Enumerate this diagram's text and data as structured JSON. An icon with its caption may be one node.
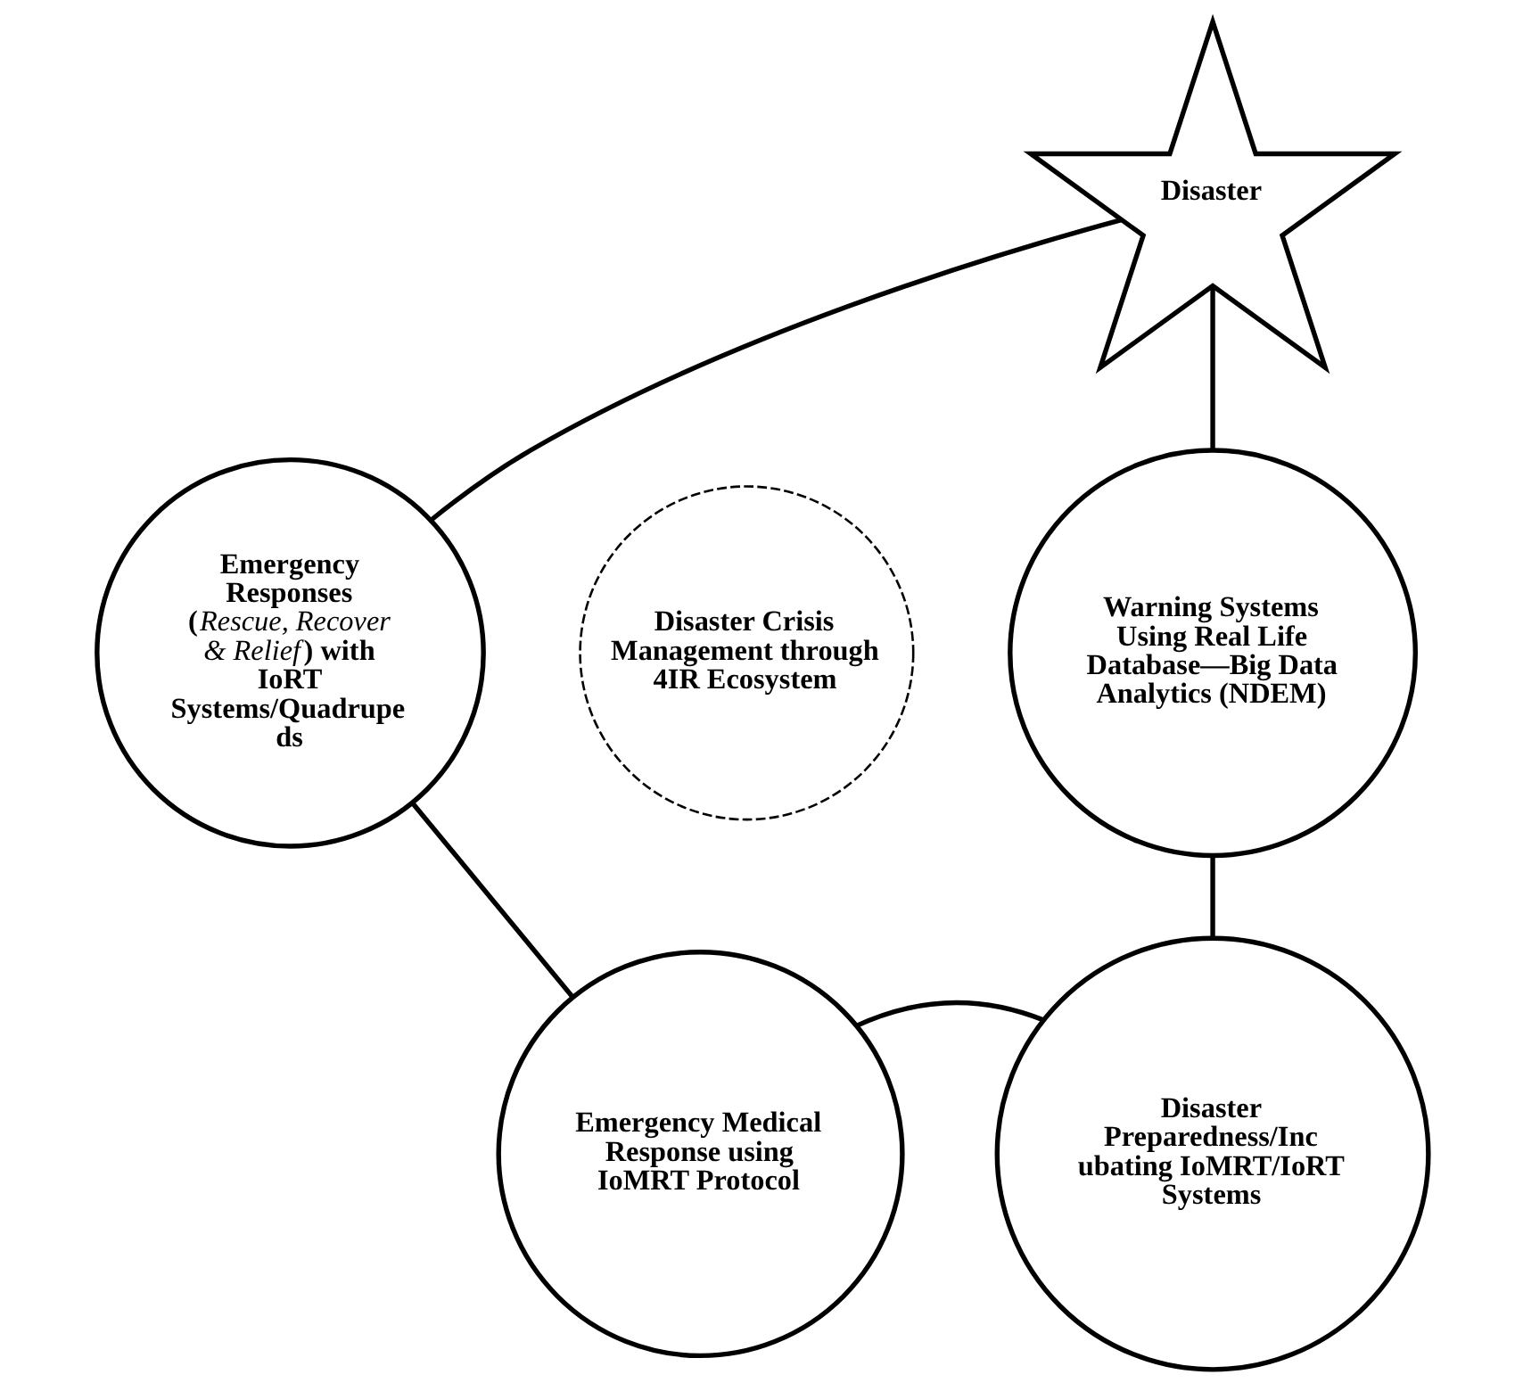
{
  "diagram": {
    "nodes": [
      {
        "text": [
          "Disaster"
        ]
      },
      {
        "text": [
          "Warning Systems Using Real Life Database—Big Data Analytics (NDEM)"
        ]
      },
      {
        "text": [
          "Disaster Preparedness/Inc ubating IoMRT/IoRT Systems"
        ]
      },
      {
        "text": [
          "Emergency Medical Response using IoMRT Protocol"
        ]
      },
      {
        "text": [
          "Emergency Responses (*Rescue, Recover & Relief*) with IoRT Systems/Quadrupe ds"
        ]
      },
      {
        "text": [
          "Disaster Crisis Management through 4IR Ecosystem"
        ]
      }
    ],
    "edges": [
      {
        "from": 0,
        "to": 1,
        "arrow": "none"
      },
      {
        "from": 1,
        "to": 2,
        "arrow": "none"
      },
      {
        "from": 2,
        "to": 3,
        "arrow": "none"
      },
      {
        "from": 3,
        "to": 4,
        "arrow": "none"
      },
      {
        "from": 4,
        "to": 0,
        "arrow": "none"
      }
    ]
  }
}
